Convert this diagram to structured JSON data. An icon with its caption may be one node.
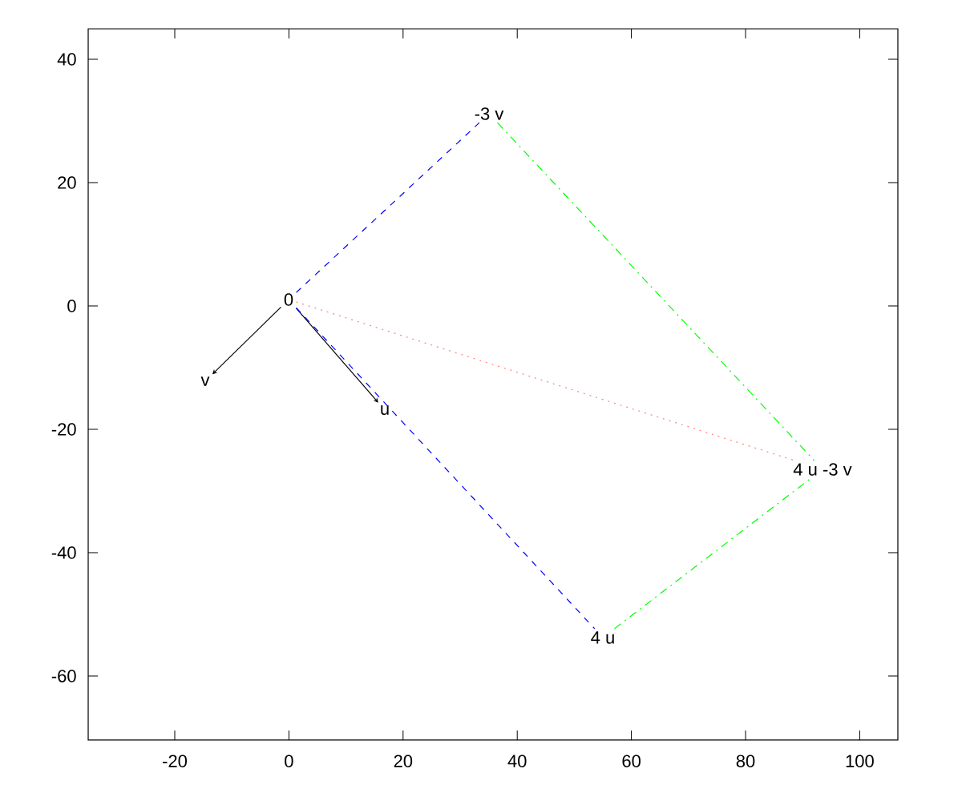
{
  "diagram": {
    "nodes": [
      {
        "text": [
          "0"
        ]
      },
      {
        "text": [
          "v"
        ]
      },
      {
        "text": [
          "u"
        ]
      },
      {
        "text": [
          "-3 v"
        ]
      },
      {
        "text": [
          "4 u"
        ]
      },
      {
        "text": [
          "4 u -3 v"
        ]
      }
    ],
    "edges": [
      {
        "from": 0,
        "to": 1,
        "arrow": "to"
      },
      {
        "from": 0,
        "to": 2,
        "arrow": "to"
      },
      {
        "from": 0,
        "to": 3,
        "arrow": "none",
        "style": "dashed",
        "color": "#0000ff"
      },
      {
        "from": 0,
        "to": 4,
        "arrow": "none",
        "style": "dashed",
        "color": "#0000ff"
      },
      {
        "from": 3,
        "to": 5,
        "arrow": "none",
        "style": "dashed",
        "color": "#00ff00"
      },
      {
        "from": 4,
        "to": 5,
        "arrow": "none",
        "style": "dashed",
        "color": "#00ff00"
      },
      {
        "from": 0,
        "to": 5,
        "arrow": "none",
        "style": "dashed",
        "color": "#ff8080"
      }
    ],
    "labels": [
      "40",
      "20",
      "0",
      "-20",
      "-40",
      "-60",
      "-20",
      "0",
      "20",
      "40",
      "60",
      "80",
      "100"
    ]
  }
}
